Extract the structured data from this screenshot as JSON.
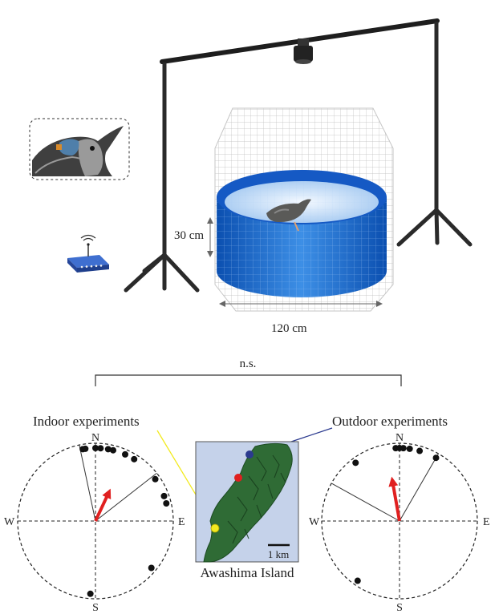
{
  "setup": {
    "depth_label": "30 cm",
    "diameter_label": "120 cm"
  },
  "comparison": {
    "significance_label": "n.s."
  },
  "panels": {
    "indoor": {
      "title": "Indoor experiments",
      "compass": {
        "n": "N",
        "e": "E",
        "s": "S",
        "w": "W"
      }
    },
    "outdoor": {
      "title": "Outdoor experiments",
      "compass": {
        "n": "N",
        "e": "E",
        "s": "S",
        "w": "W"
      }
    }
  },
  "map": {
    "island_name": "Awashima Island",
    "scale_label": "1 km",
    "markers": [
      {
        "name": "outdoor-site",
        "color": "#2b3a8f"
      },
      {
        "name": "mid-site",
        "color": "#e02020"
      },
      {
        "name": "indoor-site",
        "color": "#f2ea20"
      }
    ]
  },
  "chart_data": [
    {
      "type": "scatter",
      "name": "Indoor experiments",
      "projection": "circular",
      "units": "degrees clockwise from N",
      "headings_deg": [
        350,
        352,
        0,
        4,
        10,
        14,
        24,
        32,
        55,
        70,
        76,
        130,
        184
      ],
      "mean_vector": {
        "direction_deg": 25,
        "length": 0.48
      },
      "confidence_interval_deg": [
        -12,
        52
      ],
      "vector_color": "#e02020",
      "point_color": "#111111"
    },
    {
      "type": "scatter",
      "name": "Outdoor experiments",
      "projection": "circular",
      "units": "degrees clockwise from N",
      "headings_deg": [
        323,
        357,
        360,
        3,
        8,
        16,
        30,
        215
      ],
      "mean_vector": {
        "direction_deg": 350,
        "length": 0.6
      },
      "confidence_interval_deg": [
        299,
        30
      ],
      "vector_color": "#e02020",
      "point_color": "#111111"
    }
  ]
}
